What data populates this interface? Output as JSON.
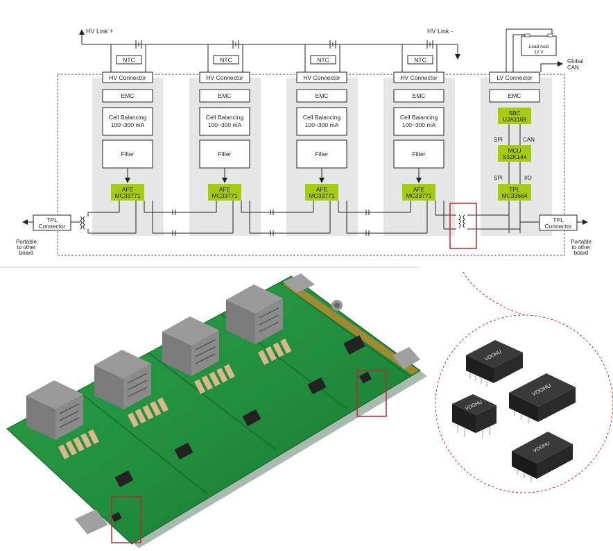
{
  "diagram": {
    "hv_link_plus": "HV Link +",
    "hv_link_minus": "HV Link -",
    "lead_acid": "Lead Acid",
    "lead_acid_voltage": "12 V",
    "global_can": [
      "Global",
      "CAN"
    ],
    "modules": [
      {
        "ntc": "NTC",
        "connector": "HV Connector",
        "emc": "EMC",
        "balancing": [
          "Cell Balancing",
          "100~300 mA"
        ],
        "filter": "Filter",
        "afe": [
          "AFE",
          "MC33771"
        ]
      },
      {
        "ntc": "NTC",
        "connector": "HV Connector",
        "emc": "EMC",
        "balancing": [
          "Cell Balancing",
          "100~300 mA"
        ],
        "filter": "Filter",
        "afe": [
          "AFE",
          "MC33771"
        ]
      },
      {
        "ntc": "NTC",
        "connector": "HV Connector",
        "emc": "EMC",
        "balancing": [
          "Cell Balancing",
          "100~300 mA"
        ],
        "filter": "Filter",
        "afe": [
          "AFE",
          "MC33771"
        ]
      },
      {
        "ntc": "NTC",
        "connector": "HV Connector",
        "emc": "EMC",
        "balancing": [
          "Cell Balancing",
          "100~300 mA"
        ],
        "filter": "Filter",
        "afe": [
          "AFE",
          "MC33771"
        ]
      }
    ],
    "lv": {
      "connector": "LV Connector",
      "emc": "EMC",
      "sbc": [
        "SBC",
        "UJA1169"
      ],
      "spi1": "SPI",
      "can": "CAN",
      "mcu": [
        "MCU",
        "S32K144"
      ],
      "spi2": "SPI",
      "io": "I/O",
      "tpl": [
        "TPL",
        "MC33664"
      ]
    },
    "tpl_left": [
      "TPL",
      "Connector"
    ],
    "tpl_right": [
      "TPL",
      "Connector"
    ],
    "portable_left": [
      "Portable",
      "to other",
      "board"
    ],
    "portable_right": [
      "Portable",
      "to other",
      "board"
    ]
  },
  "photos": {
    "chip_brand": "VOOHU"
  },
  "colors": {
    "afe_green": "#a6cc12",
    "highlight_red": "#c0272d",
    "pcb_green": "#1f8a3b",
    "module_bg": "#e6e6e6"
  }
}
